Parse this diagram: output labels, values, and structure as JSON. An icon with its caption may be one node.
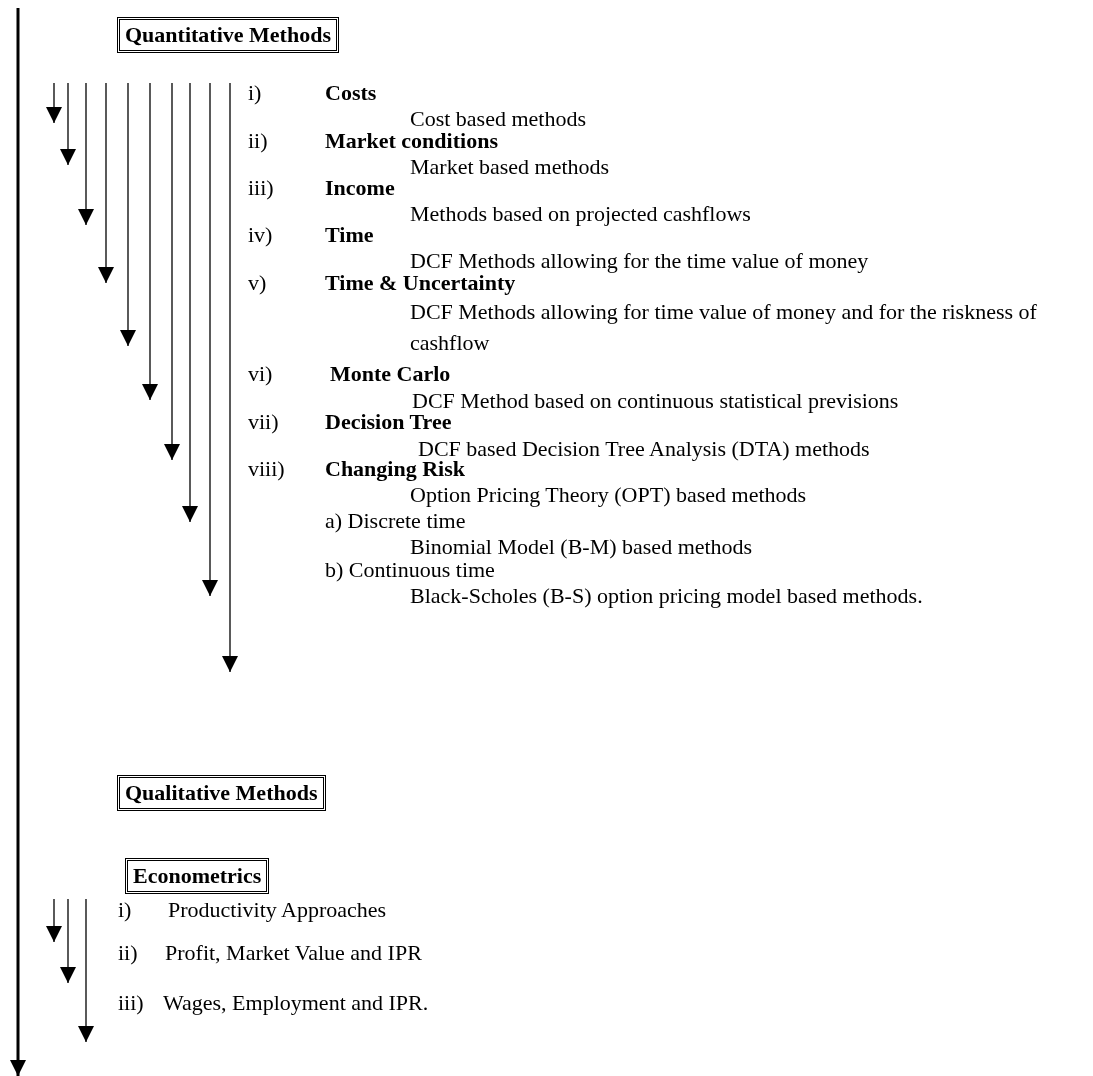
{
  "diagram": {
    "nodes": [
      {
        "text": [
          "Quantitative Methods"
        ]
      },
      {
        "text": [
          "Qualitative Methods"
        ]
      },
      {
        "text": [
          "Econometrics"
        ]
      }
    ],
    "labels": [
      "i)",
      "Costs",
      "Cost based methods",
      "ii)",
      "Market conditions",
      "Market based methods",
      "iii)",
      "Income",
      "Methods based on projected cashflows",
      "iv)",
      "Time",
      "DCF Methods allowing for the time value of money",
      "v)",
      "Time & Uncertainty",
      "DCF Methods allowing for time value of money and for the riskness of cashflow",
      "vi)",
      "Monte Carlo",
      "DCF Method based on continuous statistical previsions",
      "vii)",
      "Decision Tree",
      "DCF based Decision Tree Analysis (DTA) methods",
      "viii)",
      "Changing Risk",
      "Option Pricing Theory (OPT) based methods",
      "a) Discrete time",
      "Binomial Model (B-M) based methods",
      "b) Continuous time",
      "Black-Scholes (B-S) option pricing model based methods.",
      "i)",
      "Productivity Approaches",
      "ii)",
      "Profit, Market Value and IPR",
      "iii)",
      "Wages, Employment and IPR."
    ]
  }
}
